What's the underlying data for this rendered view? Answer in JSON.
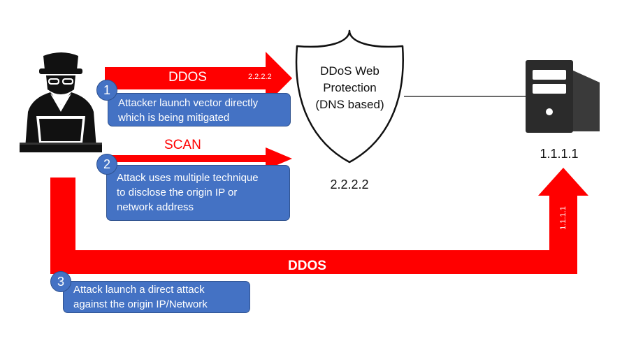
{
  "diagram": {
    "arrow1": {
      "label": "DDOS",
      "ip": "2.2.2.2"
    },
    "arrow2": {
      "label": "SCAN"
    },
    "arrow3": {
      "label": "DDOS",
      "ip": "1.1.1.1"
    },
    "shield": {
      "title_line1": "DDoS Web",
      "title_line2": "Protection",
      "title_line3": "(DNS based)",
      "ip": "2.2.2.2"
    },
    "server": {
      "ip": "1.1.1.1"
    },
    "steps": [
      {
        "number": "1",
        "line1": "Attacker launch vector directly",
        "line2": "which is being mitigated"
      },
      {
        "number": "2",
        "line1": "Attack uses multiple technique",
        "line2": "to disclose the origin IP or",
        "line3": "network address"
      },
      {
        "number": "3",
        "line1": "Attack launch a direct attack",
        "line2": "against the origin IP/Network"
      }
    ]
  },
  "colors": {
    "arrow_red": "#ff0000",
    "callout_blue": "#4472c4",
    "callout_border": "#2f528f"
  },
  "icons": {
    "attacker": "hacker-icon",
    "server": "server-tower-icon",
    "shield": "shield-icon"
  }
}
